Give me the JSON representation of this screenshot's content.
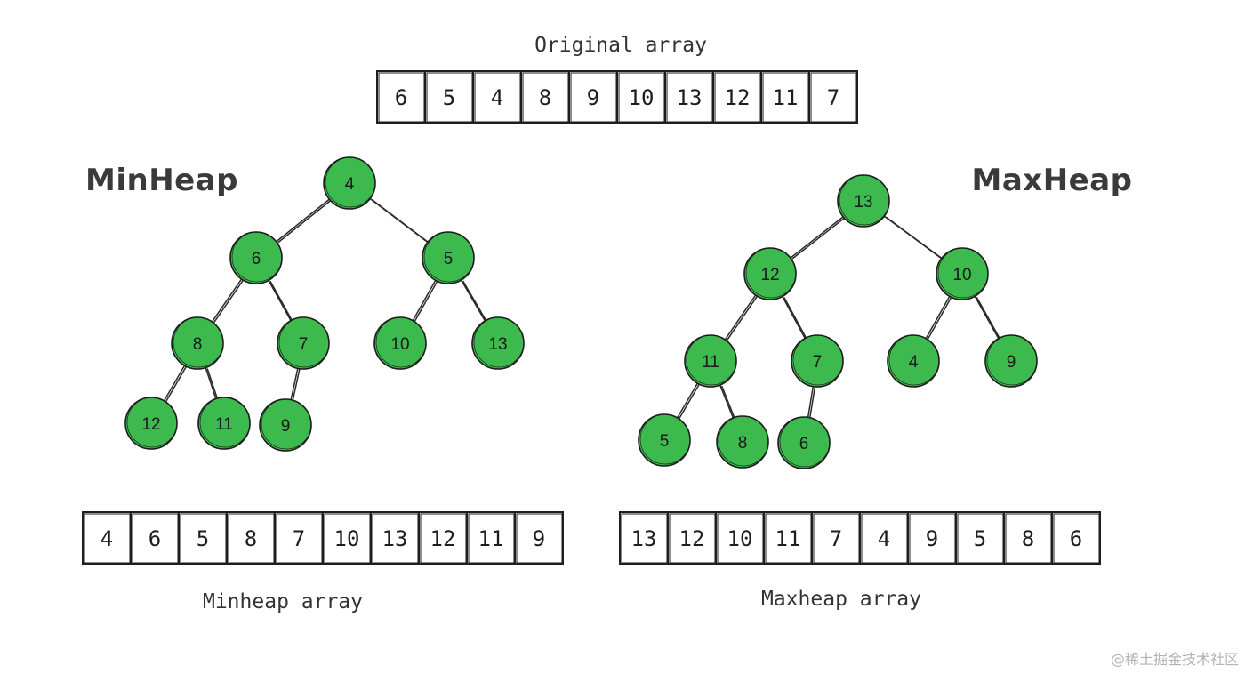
{
  "original": {
    "caption": "Original array",
    "values": [
      "6",
      "5",
      "4",
      "8",
      "9",
      "10",
      "13",
      "12",
      "11",
      "7"
    ]
  },
  "minheap": {
    "title": "MinHeap",
    "array_caption": "Minheap array",
    "array": [
      "4",
      "6",
      "5",
      "8",
      "7",
      "10",
      "13",
      "12",
      "11",
      "9"
    ],
    "nodes": [
      "4",
      "6",
      "5",
      "8",
      "7",
      "10",
      "13",
      "12",
      "11",
      "9"
    ]
  },
  "maxheap": {
    "title": "MaxHeap",
    "array_caption": "Maxheap array",
    "array": [
      "13",
      "12",
      "10",
      "11",
      "7",
      "4",
      "9",
      "5",
      "8",
      "6"
    ],
    "nodes": [
      "13",
      "12",
      "10",
      "11",
      "7",
      "4",
      "9",
      "5",
      "8",
      "6"
    ]
  },
  "colors": {
    "node_fill": "#3dba4e",
    "stroke": "#1c1c1c"
  },
  "watermark": "@稀土掘金技术社区"
}
